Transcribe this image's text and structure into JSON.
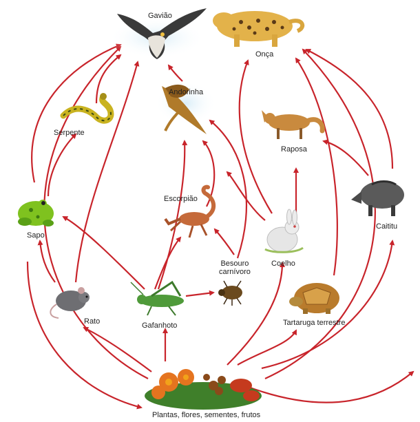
{
  "labels": {
    "gaviao": "Gavião",
    "onca": "Onça",
    "andorinha": "Andorinha",
    "serpente": "Serpente",
    "raposa": "Raposa",
    "sapo": "Sapo",
    "escorpiao": "Escorpião",
    "caititu": "Caititu",
    "besouro_line1": "Besouro",
    "besouro_line2": "carnívoro",
    "coelho": "Coelho",
    "rato": "Rato",
    "gafanhoto": "Gafanhoto",
    "tartaruga": "Tartaruga terrestre",
    "plantas": "Plantas, flores, sementes, frutos"
  },
  "colors": {
    "arrow": "#c8242b",
    "label_text": "#222222",
    "sky_halo": "#d6ecf7"
  },
  "icons": {
    "gaviao": "hawk-illustration",
    "onca": "jaguar-illustration",
    "andorinha": "swallow-illustration",
    "serpente": "snake-illustration",
    "raposa": "fox-illustration",
    "sapo": "frog-illustration",
    "escorpiao": "scorpion-illustration",
    "caititu": "peccary-illustration",
    "besouro": "beetle-illustration",
    "coelho": "rabbit-illustration",
    "rato": "rat-illustration",
    "gafanhoto": "grasshopper-illustration",
    "tartaruga": "tortoise-illustration",
    "plantas": "plants-flowers-seeds-fruits-illustration"
  }
}
